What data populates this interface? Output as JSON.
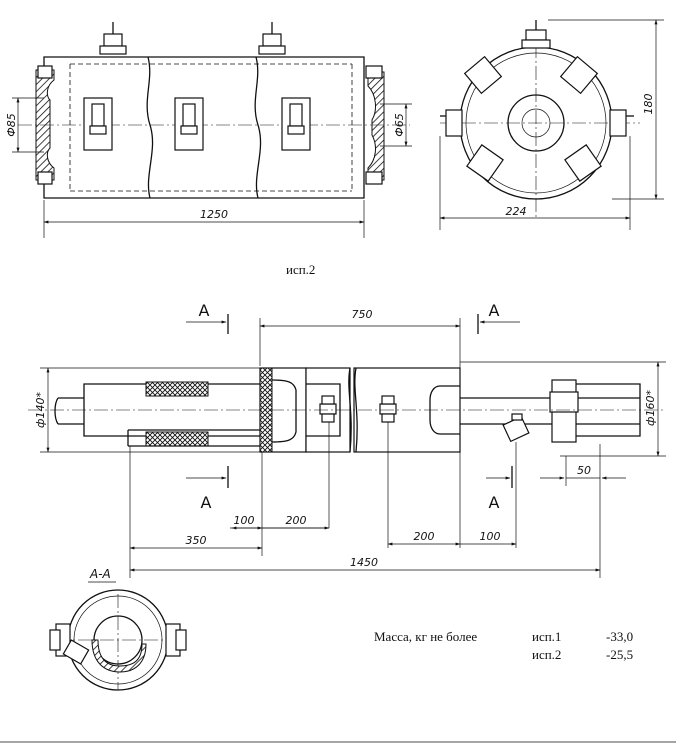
{
  "top_view": {
    "length_dim": "1250",
    "inner_dia_dim": "Ф85",
    "outer_dia_dim": "Ф65"
  },
  "end_view": {
    "width_dim": "224",
    "height_dim": "180"
  },
  "variant_label": "исп.2",
  "main_view": {
    "section_mark": "A",
    "span_dim": "750",
    "left_dia_dim": "ф140*",
    "right_dia_dim": "ф160*",
    "right_offset_dim": "50",
    "dims_bottom": [
      "350",
      "100",
      "200",
      "200",
      "100"
    ],
    "overall_dim": "1450"
  },
  "section_title": "A-A",
  "mass_note": {
    "label": "Масса, кг не более",
    "rows": [
      {
        "variant": "исп.1",
        "value": "-33,0"
      },
      {
        "variant": "исп.2",
        "value": "-25,5"
      }
    ]
  }
}
